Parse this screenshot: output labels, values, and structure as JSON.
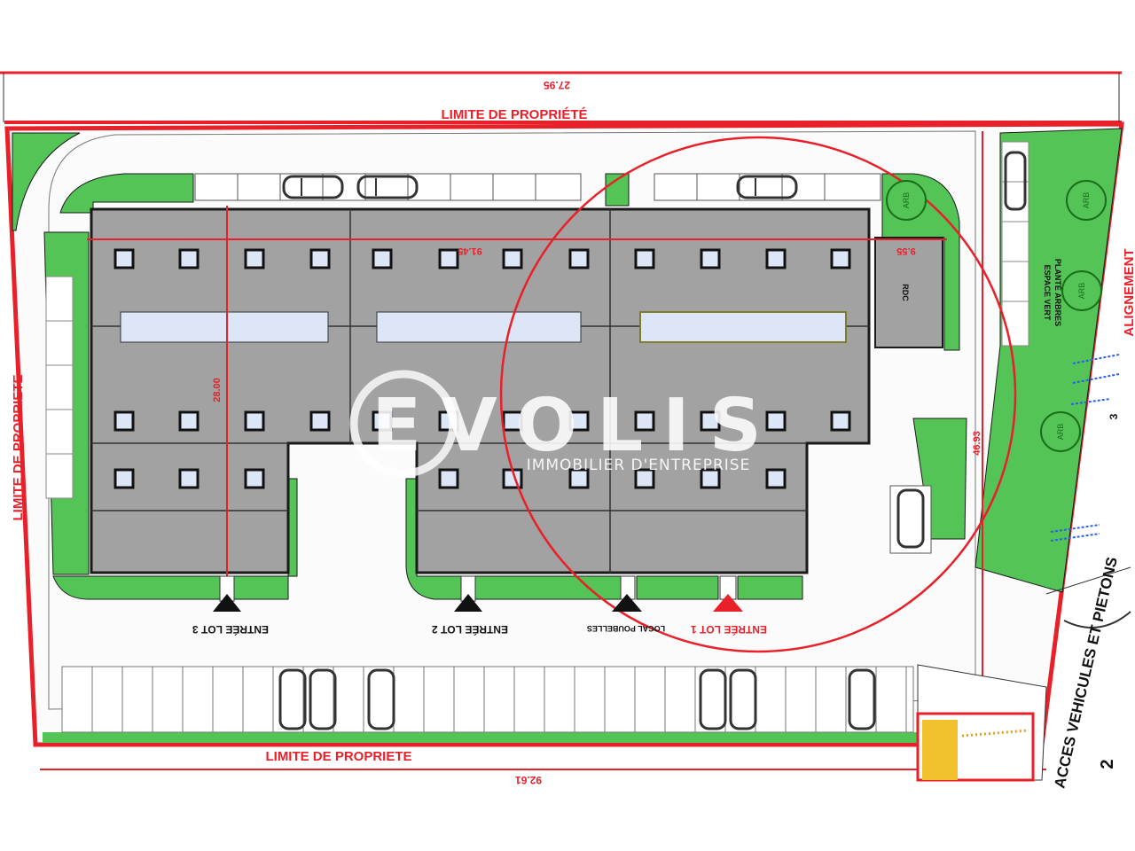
{
  "labels": {
    "top_property": "LIMITE DE PROPRIÉTÉ",
    "bottom_property": "LIMITE DE PROPRIETE",
    "left_property": "LIMITE DE PROPRIETE",
    "alignment": "ALIGNEMENT",
    "access": "ACCES VEHICULES ET PIETONS",
    "espace_vert": "ESPACE VERT",
    "espace_vert_sub": "PLANTÉ ARBRES",
    "rdc": "RDC",
    "entries": [
      "ENTRÉE LOT 3",
      "ENTRÉE LOT 2",
      "LOCAL POUBELLES",
      "ENTRÉE LOT 1"
    ],
    "tree": "ARB"
  },
  "dimensions": {
    "top": "27.95",
    "inner_width": "91.45",
    "right_stub": "9.55",
    "depth": "28.00",
    "side": "46.93",
    "bottom": "92.61"
  },
  "watermark": {
    "name": "EVOLIS",
    "tagline": "IMMOBILIER D'ENTREPRISE"
  },
  "markers": [
    "2",
    "3"
  ],
  "colors": {
    "property_line": "#e8202a",
    "green_space": "#53c455",
    "building": "#a2a2a2",
    "skylight": "#dce6f7"
  }
}
